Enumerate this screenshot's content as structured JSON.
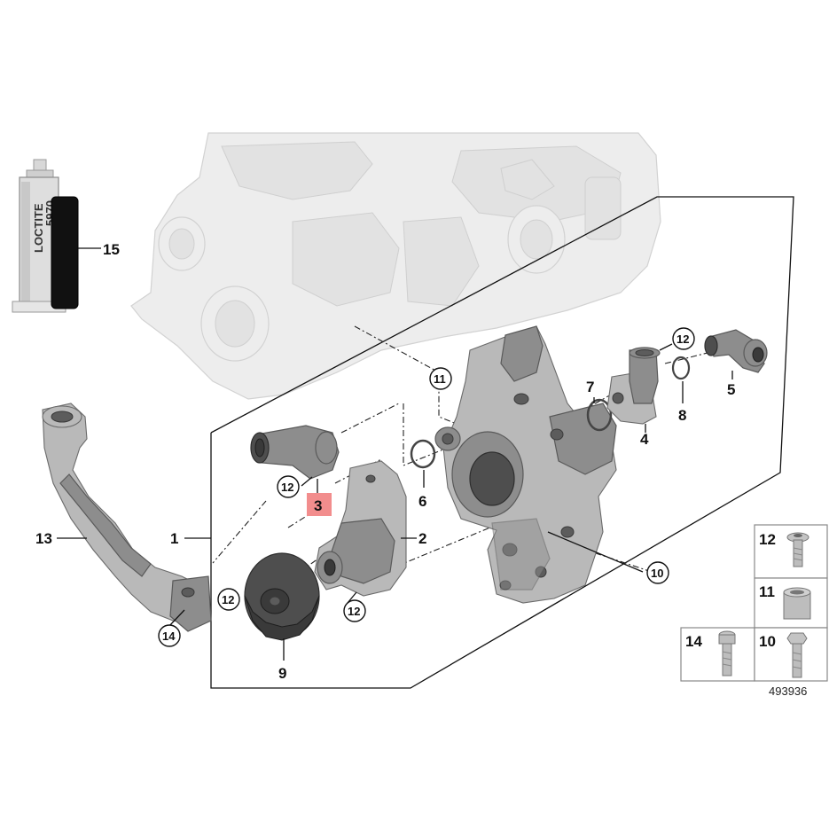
{
  "callouts": {
    "c1": "1",
    "c2": "2",
    "c3": "3",
    "c4": "4",
    "c5": "5",
    "c6": "6",
    "c7": "7",
    "c8": "8",
    "c9": "9",
    "c10": "10",
    "c11": "11",
    "c12a": "12",
    "c12b": "12",
    "c12c": "12",
    "c12d": "12",
    "c13": "13",
    "c14": "14",
    "c15": "15"
  },
  "cartridge": {
    "brand": "LOCTITE",
    "product": "5970"
  },
  "legend": {
    "l12": "12",
    "l11": "11",
    "l14": "14",
    "l10": "10"
  },
  "diagram_id": "493936",
  "colors": {
    "highlight": "#f28d8d",
    "line": "#111111",
    "part": "#8d8d8d",
    "ghost": "#ededed"
  }
}
